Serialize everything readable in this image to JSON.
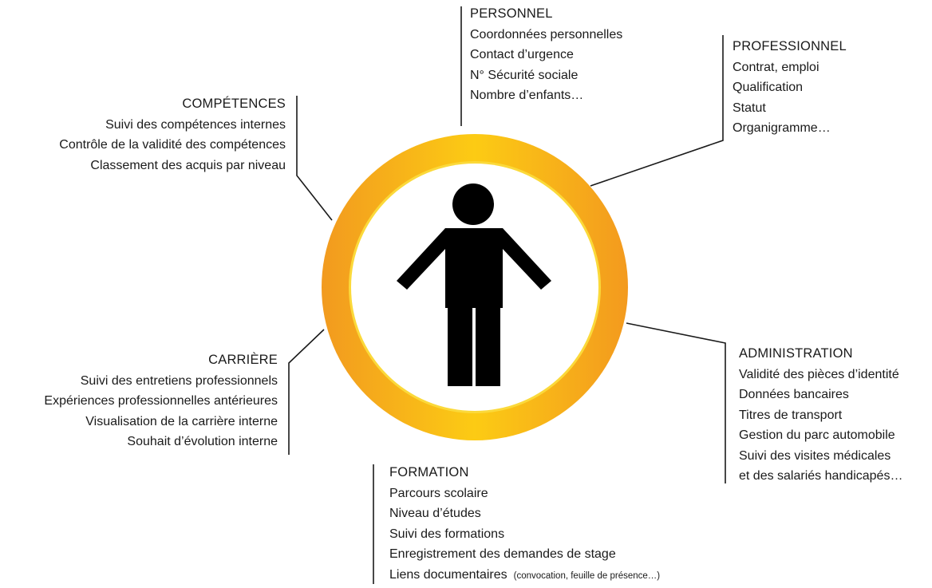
{
  "colors": {
    "ring_outer": "#f39a1e",
    "ring_mid": "#f9c21a",
    "ring_inner_edge": "#fbd93a",
    "figure": "#000000",
    "connector": "#1a1a1a",
    "text": "#1a1a1a"
  },
  "center_icon": "person-icon",
  "personnel": {
    "title": "PERSONNEL",
    "items": [
      "Coordonnées personnelles",
      "Contact d’urgence",
      "N° Sécurité sociale",
      "Nombre d’enfants…"
    ]
  },
  "professionnel": {
    "title": "PROFESSIONNEL",
    "items": [
      "Contrat, emploi",
      "Qualification",
      "Statut",
      "Organigramme…"
    ]
  },
  "competences": {
    "title": "COMPÉTENCES",
    "items": [
      "Suivi des compétences internes",
      "Contrôle de la validité des compétences",
      "Classement des acquis par niveau"
    ]
  },
  "carriere": {
    "title": "CARRIÈRE",
    "items": [
      "Suivi des entretiens professionnels",
      "Expériences professionnelles antérieures",
      "Visualisation de la carrière interne",
      "Souhait d’évolution interne"
    ]
  },
  "administration": {
    "title": "ADMINISTRATION",
    "items": [
      "Validité des pièces d’identité",
      "Données bancaires",
      "Titres de transport",
      "Gestion du parc automobile",
      "Suivi des visites médicales",
      "et des salariés handicapés…"
    ]
  },
  "formation": {
    "title": "FORMATION",
    "items": [
      "Parcours scolaire",
      "Niveau d’études",
      "Suivi des formations",
      "Enregistrement des demandes de stage"
    ],
    "last_item": "Liens documentaires",
    "last_note": "(convocation, feuille de présence…)"
  }
}
